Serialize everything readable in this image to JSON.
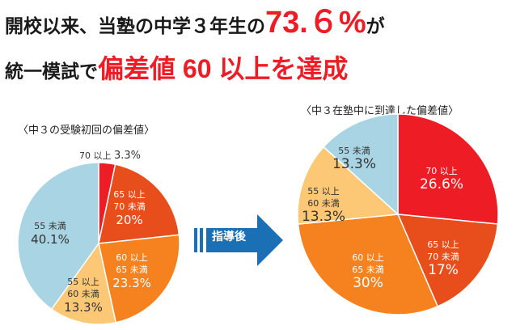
{
  "headline": {
    "line1_a": "開校以来、当塾の中学３年生の",
    "line1_pct": "73.６%",
    "line1_b": "が",
    "line2_a": "統一模試で",
    "line2_red": "偏差値 60 以上を達成"
  },
  "arrow_label": "指導後",
  "colors": {
    "red": "#ee1c24",
    "dark_orange": "#e84e1b",
    "orange": "#f5821f",
    "yellow": "#fdc876",
    "light_blue": "#a9d4e4",
    "arrow_blue": "#1a6fb5"
  },
  "chart_data": [
    {
      "type": "pie",
      "title": "〈中３の受験初回の偏差値〉",
      "slices": [
        {
          "label": "70 以上",
          "value": 3.3,
          "value_text": "3.3%",
          "color": "#ee1c24"
        },
        {
          "label": "65 以上\n70 未満",
          "value": 20,
          "value_text": "20%",
          "color": "#e84e1b"
        },
        {
          "label": "60 以上\n65 未満",
          "value": 23.3,
          "value_text": "23.3%",
          "color": "#f5821f"
        },
        {
          "label": "55 以上\n60 未満",
          "value": 13.3,
          "value_text": "13.3%",
          "color": "#fdc876"
        },
        {
          "label": "55 未満",
          "value": 40.1,
          "value_text": "40.1%",
          "color": "#a9d4e4"
        }
      ]
    },
    {
      "type": "pie",
      "title": "〈中３在塾中に到達した偏差値〉",
      "slices": [
        {
          "label": "70 以上",
          "value": 26.6,
          "value_text": "26.6%",
          "color": "#ee1c24"
        },
        {
          "label": "65 以上\n70 未満",
          "value": 17,
          "value_text": "17%",
          "color": "#e84e1b"
        },
        {
          "label": "60 以上\n65 未満",
          "value": 30,
          "value_text": "30%",
          "color": "#f5821f"
        },
        {
          "label": "55 以上\n60 未満",
          "value": 13.3,
          "value_text": "13.3%",
          "color": "#fdc876"
        },
        {
          "label": "55 未満",
          "value": 13.3,
          "value_text": "13.3%",
          "color": "#a9d4e4"
        }
      ]
    }
  ]
}
